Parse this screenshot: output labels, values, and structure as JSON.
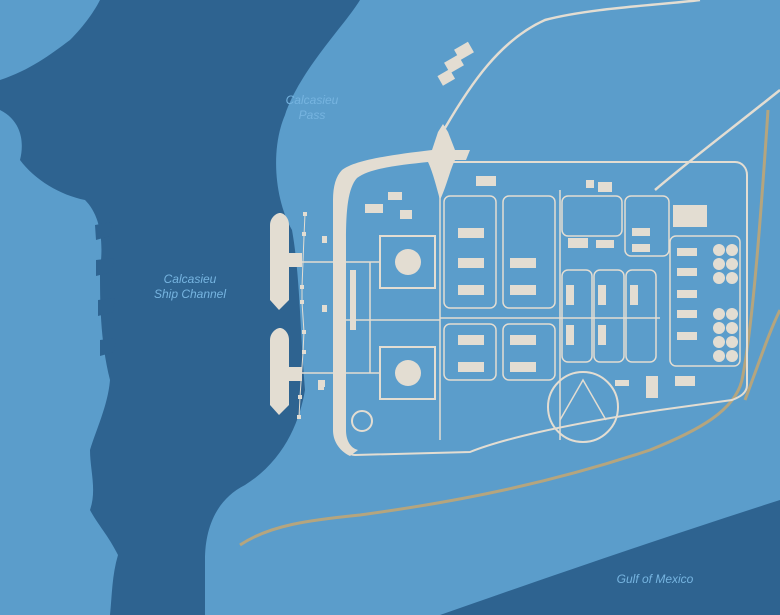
{
  "map": {
    "labels": {
      "calcasieu_pass": [
        "Calcasieu",
        "Pass"
      ],
      "calcasieu_ship_channel": [
        "Calcasieu",
        "Ship Channel"
      ],
      "gulf_of_mexico": "Gulf of Mexico"
    },
    "colors": {
      "land": "#5b9dcb",
      "water": "#2e6390",
      "facility": "#e3ddd2",
      "pipeline": "#b5a57e",
      "label": "#76b4e0"
    }
  }
}
